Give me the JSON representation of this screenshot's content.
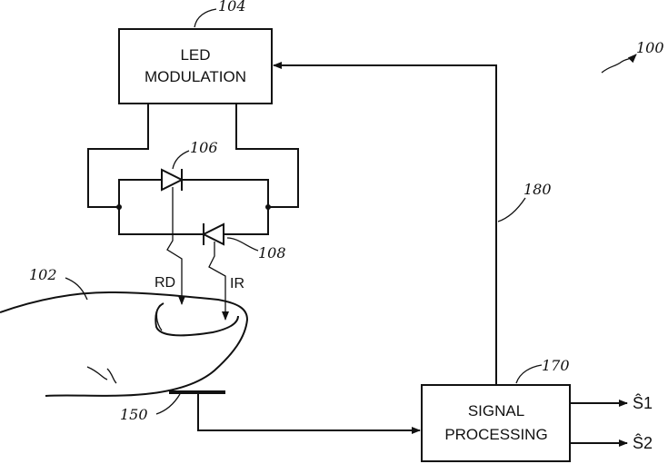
{
  "figure_ref": "100",
  "led_modulation": {
    "ref": "104",
    "line1": "LED",
    "line2": "MODULATION"
  },
  "signal_processing": {
    "ref": "170",
    "line1": "SIGNAL",
    "line2": "PROCESSING"
  },
  "led_red": {
    "ref": "106",
    "label": "RD"
  },
  "led_ir": {
    "ref": "108",
    "label": "IR"
  },
  "finger": {
    "ref": "102"
  },
  "detector": {
    "ref": "150"
  },
  "feedback_line": {
    "ref": "180"
  },
  "outputs": [
    {
      "label": "Ŝ1"
    },
    {
      "label": "Ŝ2"
    }
  ]
}
